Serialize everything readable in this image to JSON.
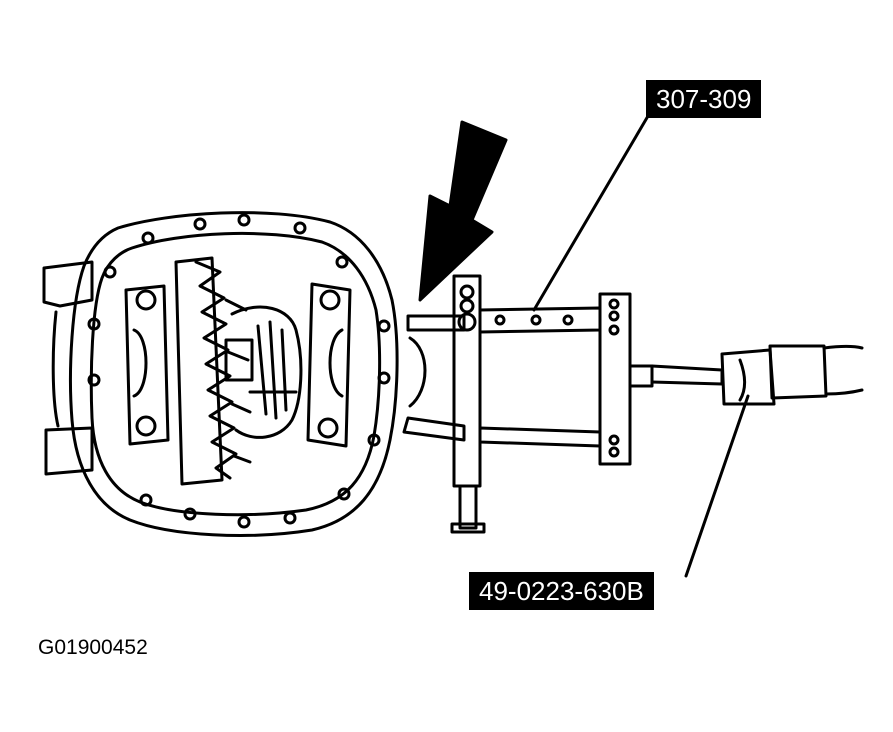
{
  "labels": {
    "tool_a": "307-309",
    "tool_b": "49-0223-630B"
  },
  "figure_id": "G01900452",
  "colors": {
    "ink": "#000000",
    "paper": "#ffffff"
  },
  "icons": {
    "pointer": "arrow-icon"
  }
}
